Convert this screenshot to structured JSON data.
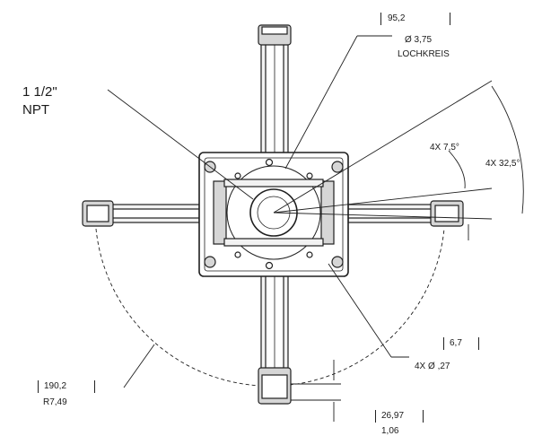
{
  "labels": {
    "npt_line1": "1 1/2\"",
    "npt_line2": "NPT",
    "lochkreis_mm": "95,2",
    "lochkreis_in": "Ø 3,75",
    "lochkreis_word": "LOCHKREIS",
    "angle_small": "4X  7,5°",
    "angle_large": "4X  32,5°",
    "hole_mm": "6,7",
    "hole_in": "4X   Ø  ,27",
    "radius_mm": "190,2",
    "radius_in": "R7,49",
    "arm_mm": "26,97",
    "arm_in": "1,06"
  },
  "colors": {
    "line": "#1f1f1f",
    "fill_light": "#f2f2f2",
    "fill_mid": "#d6d6d6"
  }
}
